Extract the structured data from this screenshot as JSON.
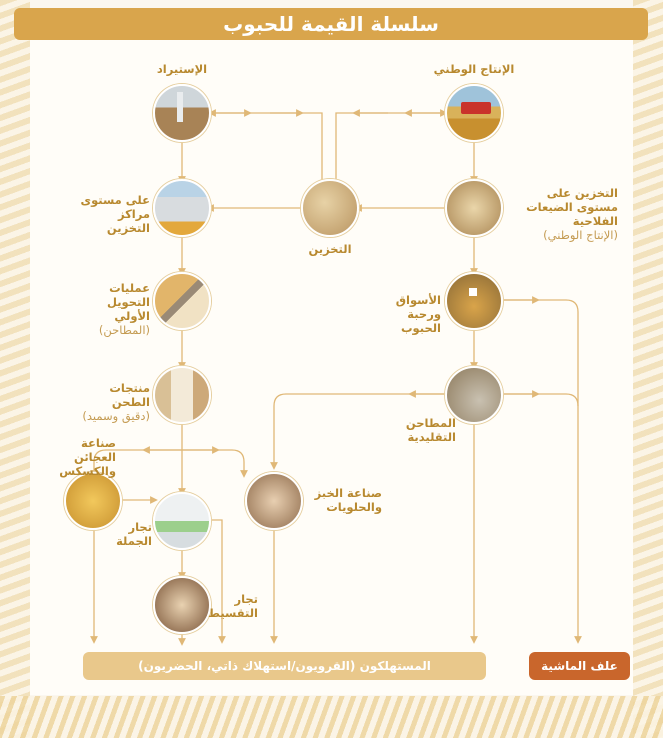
{
  "title": "سلسلة القيمة للحبوب",
  "nodes": {
    "national_production": {
      "label": "الإنتاج الوطني",
      "icon": "harvester-field-image"
    },
    "import": {
      "label": "الإستيراد",
      "icon": "grain-ship-unloading-image"
    },
    "storage": {
      "label": "التخزين",
      "icon": "grain-sacks-image"
    },
    "farm_storage": {
      "label": "التخزين على مستوى الضيعات الفلاحية",
      "sub": "(الإنتاج الوطني)",
      "icon": "farm-sacks-image"
    },
    "storage_centers": {
      "label": "على مستوى مراكز التخزين",
      "icon": "silos-image"
    },
    "markets": {
      "label": "الأسواق ورحبة الحبوب",
      "icon": "grain-market-image"
    },
    "primary_processing": {
      "label": "عمليات التحويل الأولي",
      "sub": "(المطاحن)",
      "icon": "mill-conveyor-image"
    },
    "traditional_mills": {
      "label": "المطاحن التقليدية",
      "icon": "traditional-mill-image"
    },
    "milling_products": {
      "label": "منتجات الطحن",
      "sub": "(دقيق وسميد)",
      "icon": "flour-bags-image"
    },
    "pasta_industry": {
      "label": "صناعة العجائن والكسكس",
      "icon": "pasta-image"
    },
    "bakery_industry": {
      "label": "صناعة الخبز والحلويات",
      "icon": "bread-dough-image"
    },
    "wholesalers": {
      "label": "تجار الجملة",
      "icon": "warehouse-shelves-image"
    },
    "retailers": {
      "label": "تجار التقسيط",
      "icon": "bread-basket-image"
    }
  },
  "consumers_label": "المستهلكون (القرويون/استهلاك ذاتي، الحضريون)",
  "livestock_feed_label": "علف الماشية",
  "colors": {
    "accent": "#d9a54c",
    "line": "#e0b877",
    "feed": "#c9662c",
    "consumers_bar": "#e9c88b"
  }
}
